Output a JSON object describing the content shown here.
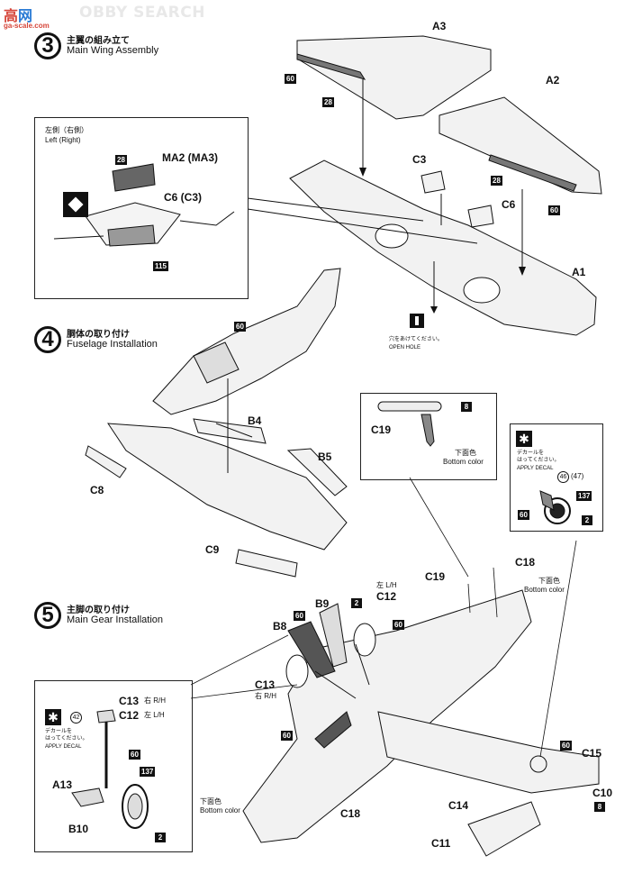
{
  "watermark": {
    "brand_cn": "高",
    "brand_cn2": "网",
    "brand_en": "OBBY SEARCH",
    "url": "ga-scale.com"
  },
  "step3": {
    "number": "3",
    "title_jp": "主翼の組み立て",
    "title_en": "Main Wing Assembly"
  },
  "step4": {
    "number": "4",
    "title_jp": "胴体の取り付け",
    "title_en": "Fuselage Installation"
  },
  "step5": {
    "number": "5",
    "title_jp": "主脚の取り付け",
    "title_en": "Main Gear Installation"
  },
  "inset3": {
    "side_jp": "左側（右側）",
    "side_en": "Left (Right)",
    "part_ma": "MA2 (MA3)",
    "part_c": "C6 (C3)",
    "paint1": "28",
    "paint2": "115"
  },
  "wing_parts": {
    "a3": "A3",
    "a2": "A2",
    "a1": "A1",
    "c3": "C3",
    "c6": "C6",
    "paint60a": "60",
    "paint28a": "28",
    "paint28b": "28",
    "paint60b": "60"
  },
  "open_hole": {
    "jp": "穴をあけてください。",
    "en": "OPEN HOLE"
  },
  "fuselage": {
    "paint60": "60",
    "b4": "B4",
    "b5": "B5",
    "c8": "C8",
    "c9": "C9"
  },
  "c19_inset": {
    "part": "C19",
    "paint": "8",
    "color_jp": "下面色",
    "color_en": "Bottom color"
  },
  "decal_inset": {
    "apply_jp1": "デカールを",
    "apply_jp2": "はってください。",
    "apply_en": "APPLY DECAL",
    "decal1": "46",
    "decal2": "(47)",
    "paint137": "137",
    "paint60": "60",
    "paint2": "2"
  },
  "gear_parts": {
    "c19": "C19",
    "c18a": "C18",
    "bottom_jp": "下面色",
    "bottom_en": "Bottom color",
    "lh_label": "左 L/H",
    "c12": "C12",
    "b9": "B9",
    "paint2": "2",
    "b8": "B8",
    "paint60a": "60",
    "paint60b": "60",
    "c13": "C13",
    "rh_label": "右 R/H",
    "paint60c": "60",
    "bottom2_jp": "下面色",
    "bottom2_en": "Bottom color",
    "c18b": "C18"
  },
  "gear_inset": {
    "c13": "C13",
    "c13_side": "右 R/H",
    "c12": "C12",
    "c12_side": "左 L/H",
    "decal": "42",
    "apply_jp1": "デカールを",
    "apply_jp2": "はってください。",
    "apply_en": "APPLY DECAL",
    "paint60": "60",
    "paint137": "137",
    "a13": "A13",
    "b10": "B10",
    "paint2": "2"
  },
  "tail_parts": {
    "paint60": "60",
    "c15": "C15",
    "c10": "C10",
    "paint8": "8",
    "c14": "C14",
    "c11": "C11"
  }
}
